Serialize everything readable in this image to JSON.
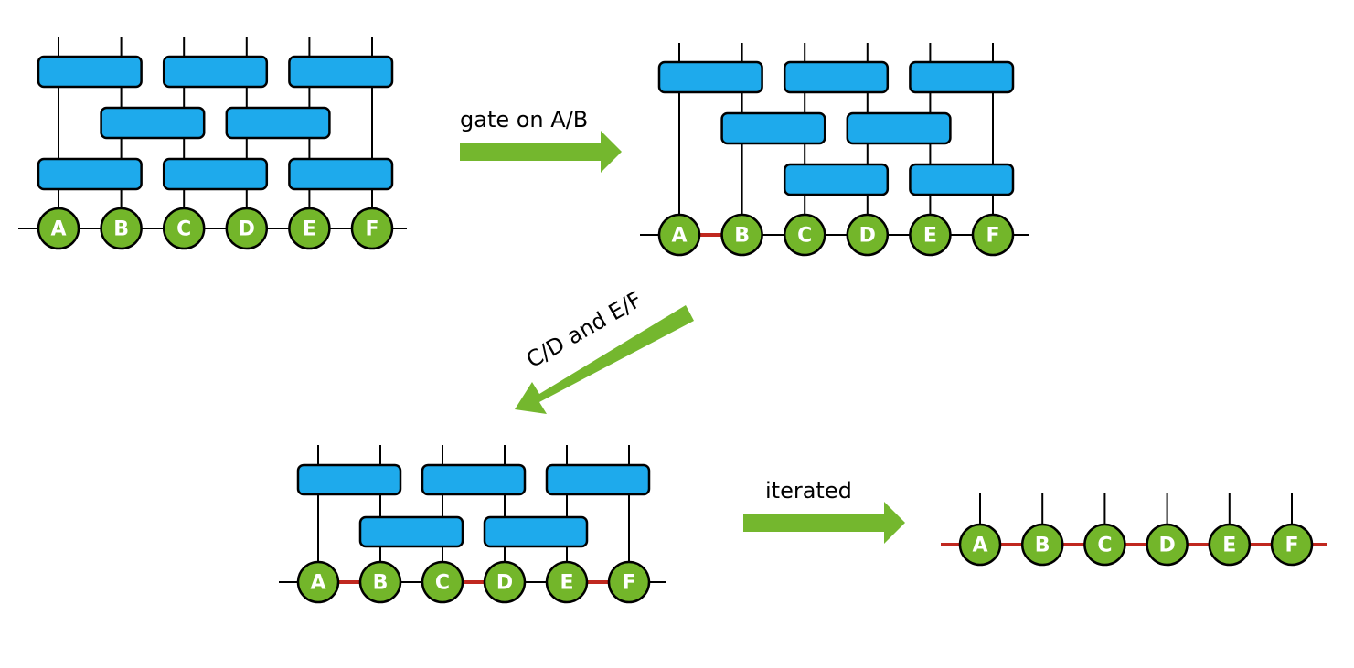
{
  "colors": {
    "gate_fill": "#1eaaec",
    "site_fill": "#73b62a",
    "arrow": "#74b72e",
    "bond": "#c0281f",
    "line": "#000000"
  },
  "sites": [
    "A",
    "B",
    "C",
    "D",
    "E",
    "F"
  ],
  "arrows": {
    "step1": "gate on A/B",
    "step2": "C/D and E/F",
    "step3": "iterated"
  },
  "diagrams": [
    {
      "name": "panel-1",
      "bonds": [],
      "gate_layers": 3
    },
    {
      "name": "panel-2",
      "bonds": [
        "A-B"
      ],
      "gate_layers": 3
    },
    {
      "name": "panel-3",
      "bonds": [
        "A-B",
        "C-D",
        "E-F"
      ],
      "gate_layers": 2
    },
    {
      "name": "panel-4",
      "bonds": [
        "A-B",
        "B-C",
        "C-D",
        "D-E",
        "E-F"
      ],
      "gate_layers": 0
    }
  ]
}
